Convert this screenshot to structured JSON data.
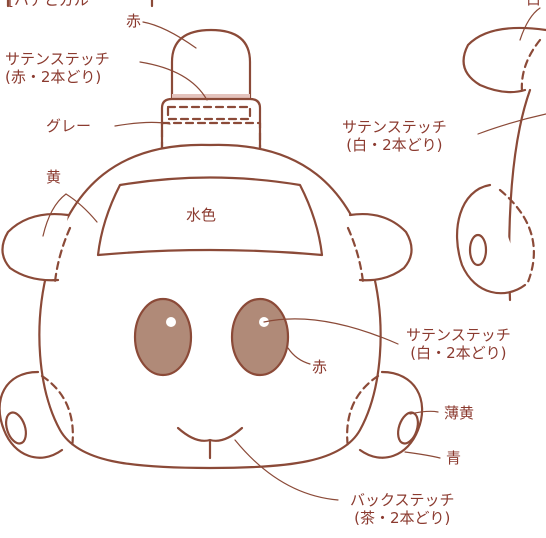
{
  "title_fragment": "[ハチとガル",
  "labels": {
    "top_left_color": "赤",
    "satin_stitch_label": "サテンステッチ",
    "satin_red_note": "(赤・2本どり)",
    "gray": "グレー",
    "yellow": "黄",
    "water_color": "水色",
    "satin_white_note": "(白・2本どり)",
    "eye_red": "赤",
    "pale_yellow": "薄黄",
    "blue": "青",
    "back_stitch_label": "バックステッチ",
    "back_stitch_note": "(茶・2本どり)",
    "top_right_partial": "白"
  },
  "colors": {
    "outline": "#8b4a38",
    "eye_fill": "#b08a78",
    "stitch_band": "#e4c3bd",
    "text": "#8b3a2f"
  }
}
